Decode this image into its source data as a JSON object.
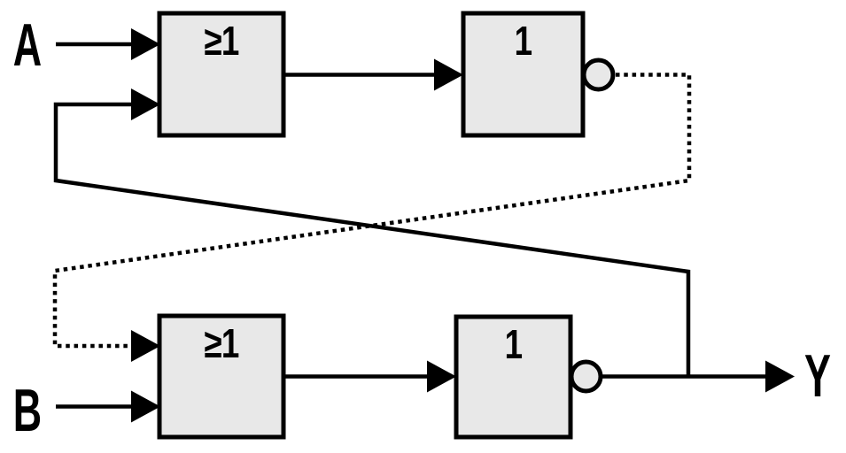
{
  "labels": {
    "input_a": "A",
    "input_b": "B",
    "output_y": "Y"
  },
  "gates": {
    "or_top": {
      "symbol": "≥1"
    },
    "not_top": {
      "symbol": "1"
    },
    "or_bottom": {
      "symbol": "≥1"
    },
    "not_bottom": {
      "symbol": "1"
    }
  },
  "colors": {
    "ink": "#000000",
    "box_fill": "#e8e8e8",
    "bg": "#ffffff"
  }
}
